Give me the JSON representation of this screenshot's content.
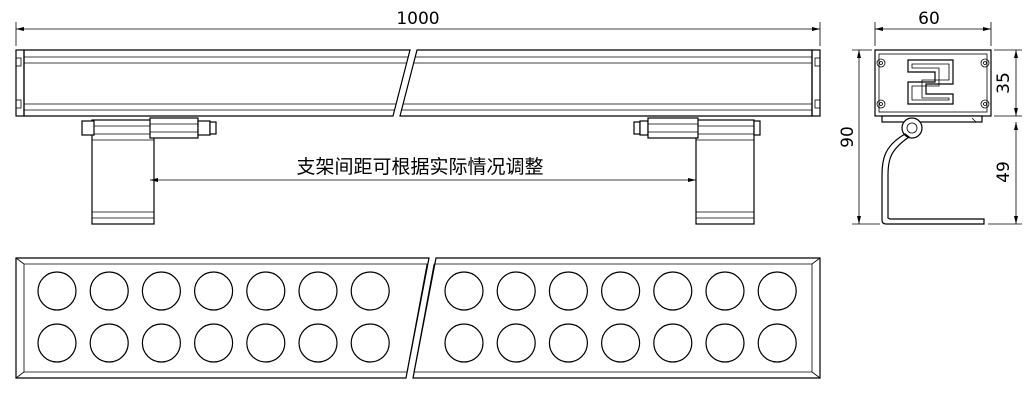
{
  "dimensions": {
    "length": "1000",
    "width": "60",
    "height_total": "90",
    "height_body": "35",
    "height_bracket": "49"
  },
  "note": "支架间距可根据实际情况调整",
  "led_grid": {
    "rows": 2,
    "columns_per_section": 7,
    "sections": 2
  },
  "colors": {
    "line": "#000000",
    "background": "#ffffff"
  }
}
